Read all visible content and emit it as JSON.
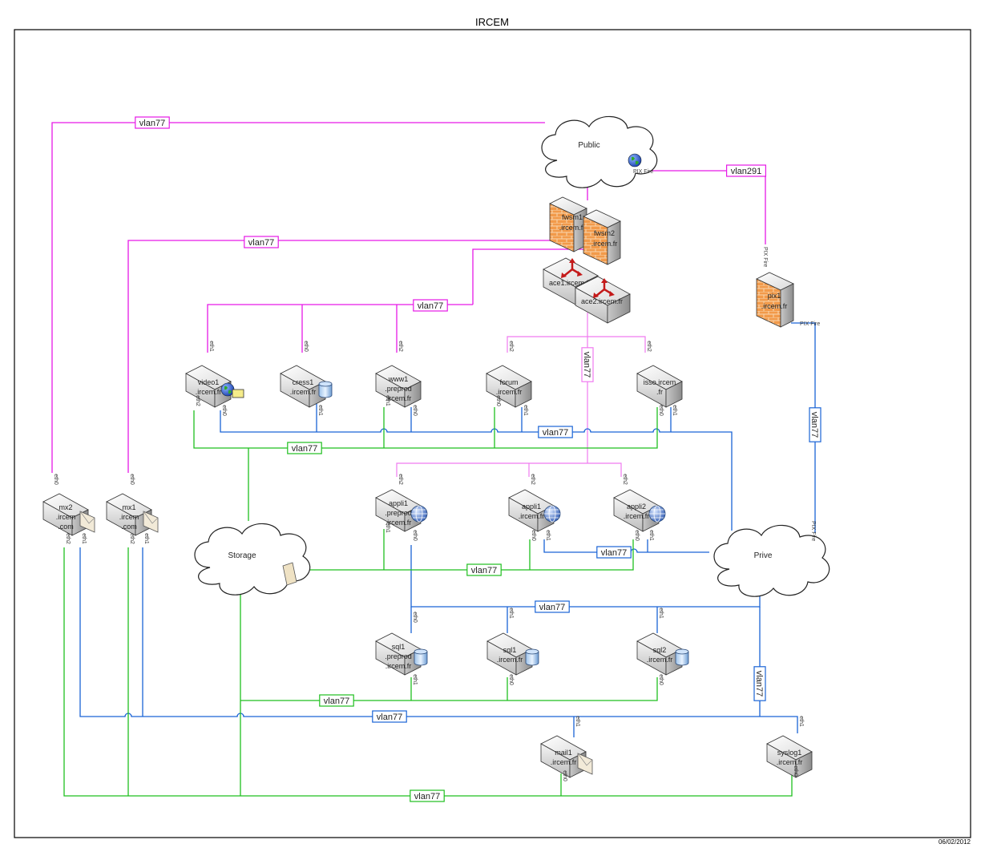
{
  "title": "IRCEM",
  "date": "06/02/2012",
  "colors": {
    "magenta": "#e619e6",
    "pink": "#f07af0",
    "blue": "#1a64d6",
    "green": "#1fbf1f",
    "firewall": "#f08a3c"
  },
  "clouds": [
    {
      "id": "public",
      "label": "Public"
    },
    {
      "id": "storage",
      "label": "Storage"
    },
    {
      "id": "prive",
      "label": "Prive"
    }
  ],
  "pix_labels": {
    "public_pix": "PIX Fire",
    "pix1_top": "PIX Fire",
    "pix1_right": "PIX Fire",
    "prive_pix": "PIX Fire"
  },
  "devices": [
    {
      "id": "fwsm1",
      "type": "firewall",
      "lines": [
        "fwsm1",
        ".ircem.fr"
      ]
    },
    {
      "id": "fwsm2",
      "type": "firewall",
      "lines": [
        "fwsm2",
        ".ircem.fr"
      ]
    },
    {
      "id": "ace1",
      "type": "router",
      "lines": [
        "ace1.ircem.fr"
      ]
    },
    {
      "id": "ace2",
      "type": "router",
      "lines": [
        "ace2.ircem.fr"
      ]
    },
    {
      "id": "pix1",
      "type": "firewall",
      "lines": [
        "pix1",
        ".ircem.fr"
      ]
    },
    {
      "id": "video1",
      "type": "server",
      "lines": [
        "video1",
        ".ircem.fr"
      ],
      "icon": "globe-video"
    },
    {
      "id": "cress1",
      "type": "server",
      "lines": [
        "cress1",
        ".ircem.fr"
      ],
      "icon": "database"
    },
    {
      "id": "www1",
      "type": "server",
      "lines": [
        "www1",
        ".preprod",
        ".ircem.fr"
      ]
    },
    {
      "id": "forum",
      "type": "server",
      "lines": [
        "forum",
        ".ircem.fr"
      ]
    },
    {
      "id": "isso",
      "type": "server",
      "lines": [
        "isso.ircem",
        ".fr"
      ]
    },
    {
      "id": "mx2",
      "type": "server",
      "lines": [
        "mx2",
        ".ircem",
        ".com"
      ],
      "icon": "mail"
    },
    {
      "id": "mx1",
      "type": "server",
      "lines": [
        "mx1",
        ".ircem",
        ".com"
      ],
      "icon": "mail"
    },
    {
      "id": "appli1p",
      "type": "server",
      "lines": [
        "appli1",
        ".preprod",
        ".ircem.fr"
      ],
      "icon": "web"
    },
    {
      "id": "appli1",
      "type": "server",
      "lines": [
        "appli1",
        ".ircem.fr"
      ],
      "icon": "web"
    },
    {
      "id": "appli2",
      "type": "server",
      "lines": [
        "appli2",
        ".ircem.fr"
      ],
      "icon": "web"
    },
    {
      "id": "sql1p",
      "type": "server",
      "lines": [
        "sql1",
        ".preprod",
        ".ircem.fr"
      ],
      "icon": "database"
    },
    {
      "id": "sql1",
      "type": "server",
      "lines": [
        "sql1",
        ".ircem.fr"
      ],
      "icon": "database"
    },
    {
      "id": "sql2",
      "type": "server",
      "lines": [
        "sql2",
        ".ircem.fr"
      ],
      "icon": "database"
    },
    {
      "id": "mail1",
      "type": "server",
      "lines": [
        "mail1",
        ".ircem.fr"
      ],
      "icon": "mail"
    },
    {
      "id": "syslog1",
      "type": "server",
      "lines": [
        "syslog1",
        ".ircem.fr"
      ]
    }
  ],
  "vlans": [
    {
      "label": "vlan77",
      "color": "magenta"
    },
    {
      "label": "vlan291",
      "color": "magenta"
    },
    {
      "label": "vlan77",
      "color": "magenta"
    },
    {
      "label": "vlan77",
      "color": "magenta"
    },
    {
      "label": "vlan77",
      "color": "pink"
    },
    {
      "label": "vlan77",
      "color": "blue"
    },
    {
      "label": "vlan77",
      "color": "green"
    },
    {
      "label": "vlan77",
      "color": "blue"
    },
    {
      "label": "vlan77",
      "color": "green"
    },
    {
      "label": "vlan77",
      "color": "blue"
    },
    {
      "label": "vlan77",
      "color": "blue"
    },
    {
      "label": "vlan77",
      "color": "green"
    },
    {
      "label": "vlan77",
      "color": "blue"
    },
    {
      "label": "vlan77",
      "color": "green"
    },
    {
      "label": "vlan77",
      "color": "blue"
    }
  ],
  "ports": [
    "eth0",
    "eth1",
    "eth2"
  ]
}
